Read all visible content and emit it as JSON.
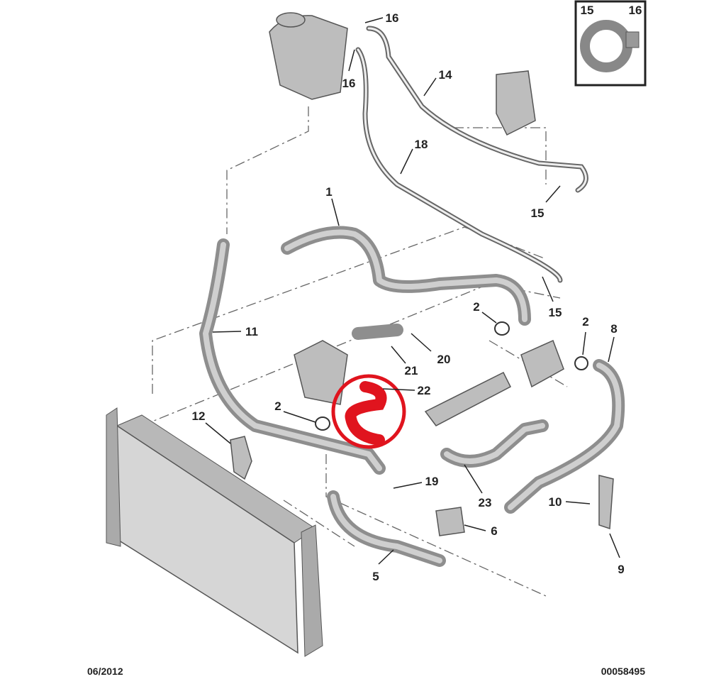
{
  "diagram": {
    "highlight_color": "#e0141e",
    "labels": {
      "p16a": "16",
      "p16b": "16",
      "p14": "14",
      "p18": "18",
      "p1": "1",
      "p15a": "15",
      "p15b": "15",
      "p2a": "2",
      "p2b": "2",
      "p8": "8",
      "p11": "11",
      "p20": "20",
      "p21": "21",
      "p22": "22",
      "p2c": "2",
      "p12": "12",
      "p19": "19",
      "p23": "23",
      "p10": "10",
      "p6": "6",
      "p5": "5",
      "p9": "9"
    },
    "inset": {
      "left": "15",
      "right": "16"
    },
    "footer": {
      "date": "06/2012",
      "reference": "00058495"
    }
  }
}
